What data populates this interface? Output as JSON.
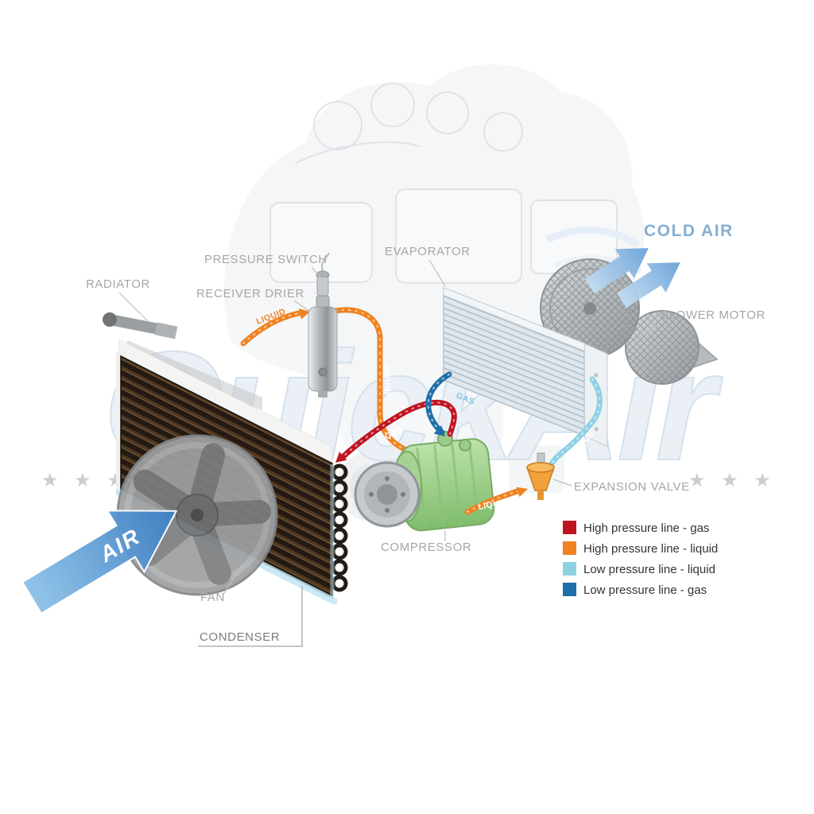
{
  "diagram": {
    "component_labels": {
      "radiator": "RADIATOR",
      "pressure_switch": "PRESSURE SWITCH",
      "receiver_drier": "RECEIVER DRIER",
      "evaporator": "EVAPORATOR",
      "cold_air": "COLD AIR",
      "blower_motor": "BLOWER MOTOR",
      "expansion_valve": "EXPANSION VALVE",
      "compressor": "COMPRESSOR",
      "fan": "FAN",
      "condenser": "CONDENSER",
      "air": "AIR"
    },
    "pipe_labels": {
      "liquid": "LIQUID",
      "gas": "GAS"
    },
    "legend": {
      "items": [
        {
          "color": "#bf1421",
          "label": "High pressure line - gas"
        },
        {
          "color": "#f08221",
          "label": "High pressure line - liquid"
        },
        {
          "color": "#8ed0e4",
          "label": "Low pressure line - liquid"
        },
        {
          "color": "#1f6fa8",
          "label": "Low pressure line - gas"
        }
      ]
    },
    "watermark": {
      "text": "QuickAir",
      "stars_left": "★ ★ ★",
      "stars_right": "★ ★ ★"
    },
    "colors": {
      "high_pressure_gas": "#bf1421",
      "high_pressure_liquid": "#f08221",
      "low_pressure_liquid": "#8ed0e4",
      "low_pressure_gas": "#1f6fa8",
      "cold_air_text": "#85aed2",
      "component_label_gray": "#a6a6a6",
      "air_arrow_blue": "#3d7ec2"
    }
  }
}
